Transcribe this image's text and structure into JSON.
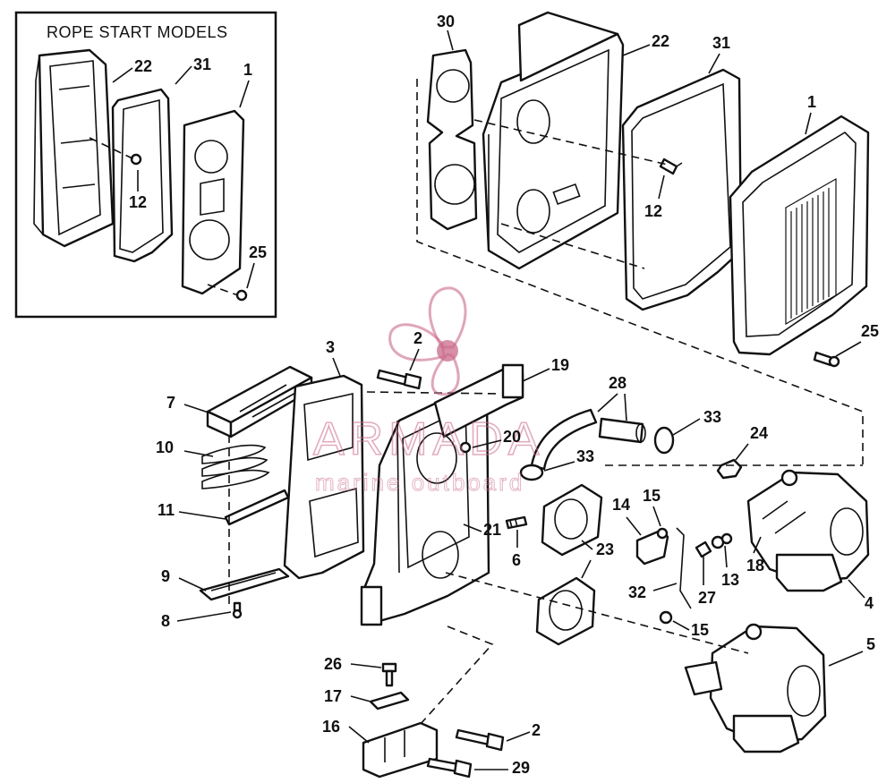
{
  "inset": {
    "title": "ROPE START MODELS"
  },
  "watermark": {
    "brand": "ARMADA",
    "tagline": "marine outboard",
    "color": "#c96a8a"
  },
  "labels": {
    "n1": "1",
    "n2": "2",
    "n3": "3",
    "n4": "4",
    "n5": "5",
    "n6": "6",
    "n7": "7",
    "n8": "8",
    "n9": "9",
    "n10": "10",
    "n11": "11",
    "n12": "12",
    "n13": "13",
    "n14": "14",
    "n15": "15",
    "n16": "16",
    "n17": "17",
    "n18": "18",
    "n19": "19",
    "n20": "20",
    "n21": "21",
    "n22": "22",
    "n23": "23",
    "n24": "24",
    "n25": "25",
    "n26": "26",
    "n27": "27",
    "n28": "28",
    "n29": "29",
    "n30": "30",
    "n31": "31",
    "n32": "32",
    "n33": "33"
  }
}
